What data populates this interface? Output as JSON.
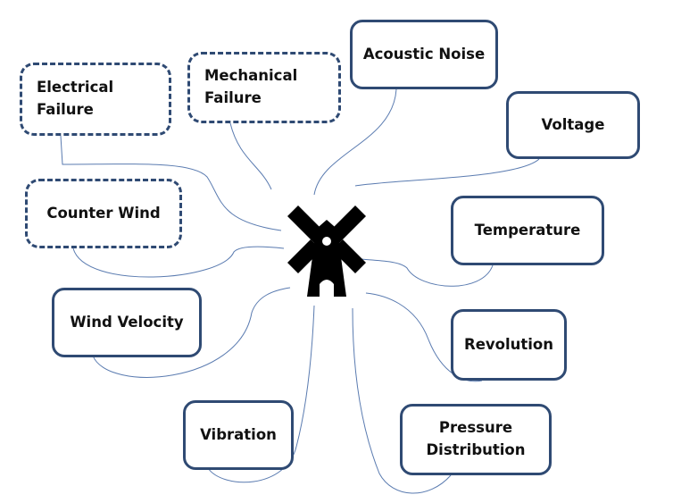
{
  "diagram": {
    "center": {
      "icon": "windmill-icon"
    },
    "nodes": {
      "electrical_failure": "Electrical\nFailure",
      "mechanical_failure": "Mechanical\nFailure",
      "acoustic_noise": "Acoustic Noise",
      "voltage": "Voltage",
      "counter_wind": "Counter Wind",
      "temperature": "Temperature",
      "wind_velocity": "Wind Velocity",
      "revolution": "Revolution",
      "vibration": "Vibration",
      "pressure_distribution": "Pressure\nDistribution"
    },
    "colors": {
      "border": "#2f4a73",
      "link": "#5a7bb0",
      "icon": "#000000"
    }
  }
}
